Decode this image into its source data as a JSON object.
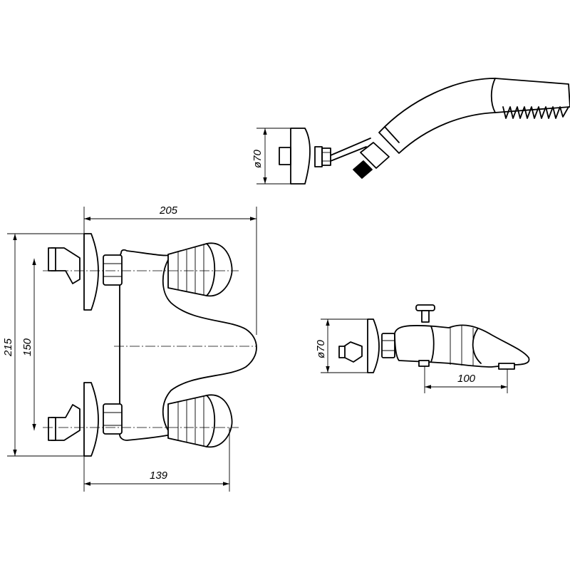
{
  "dimensions": {
    "shower_head_diameter": "ø70",
    "mixer_width": "205",
    "mixer_height": "215",
    "inlet_spacing": "150",
    "handle_offset": "139",
    "side_view_diameter": "ø70",
    "spout_reach": "100"
  }
}
